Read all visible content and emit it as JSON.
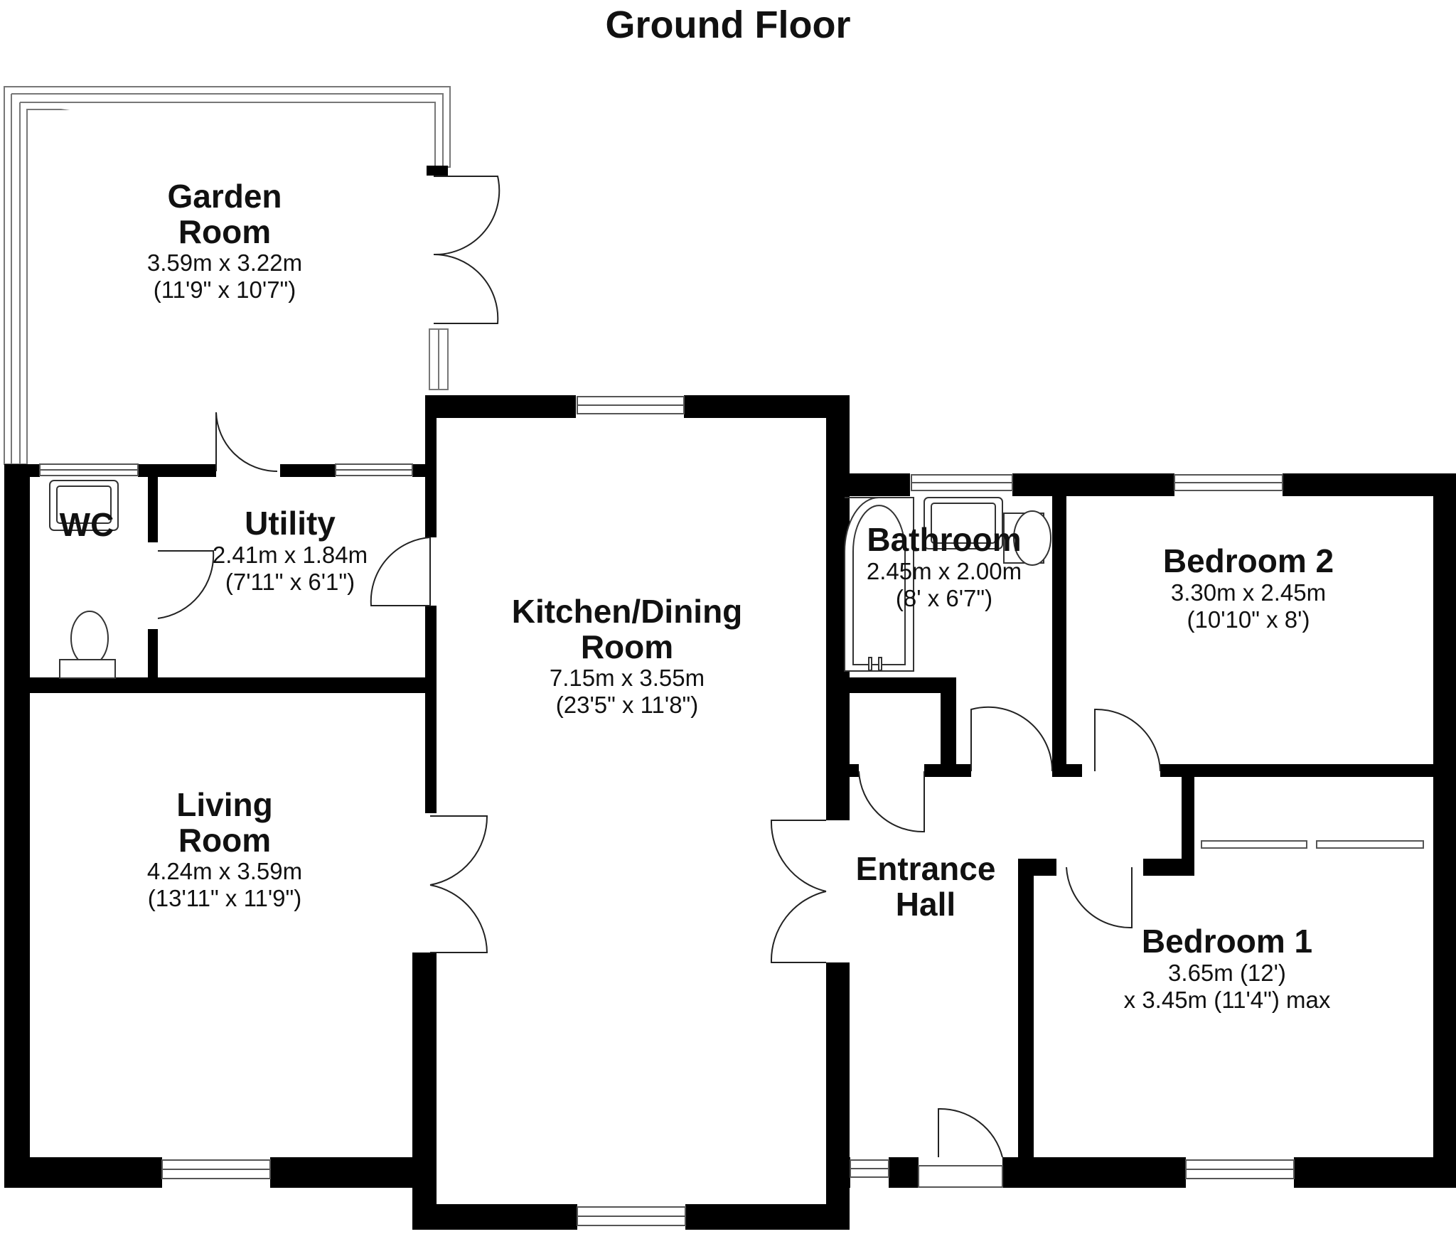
{
  "title": "Ground Floor",
  "rooms": {
    "garden_room": {
      "name_line1": "Garden",
      "name_line2": "Room",
      "metric": "3.59m x 3.22m",
      "imperial": "(11'9\" x 10'7\")"
    },
    "wc": {
      "name": "WC"
    },
    "utility": {
      "name": "Utility",
      "metric": "2.41m x 1.84m",
      "imperial": "(7'11\" x 6'1\")"
    },
    "kitchen_dining": {
      "name_line1": "Kitchen/Dining",
      "name_line2": "Room",
      "metric": "7.15m x 3.55m",
      "imperial": "(23'5\" x 11'8\")"
    },
    "living_room": {
      "name_line1": "Living",
      "name_line2": "Room",
      "metric": "4.24m x 3.59m",
      "imperial": "(13'11\" x 11'9\")"
    },
    "bathroom": {
      "name": "Bathroom",
      "metric": "2.45m x 2.00m",
      "imperial": "(8' x 6'7\")"
    },
    "bedroom_2": {
      "name": "Bedroom 2",
      "metric": "3.30m x 2.45m",
      "imperial": "(10'10\" x 8')"
    },
    "entrance_hall": {
      "name_line1": "Entrance",
      "name_line2": "Hall"
    },
    "bedroom_1": {
      "name": "Bedroom 1",
      "metric": "3.65m (12')",
      "imperial": "x 3.45m (11'4\") max"
    }
  }
}
